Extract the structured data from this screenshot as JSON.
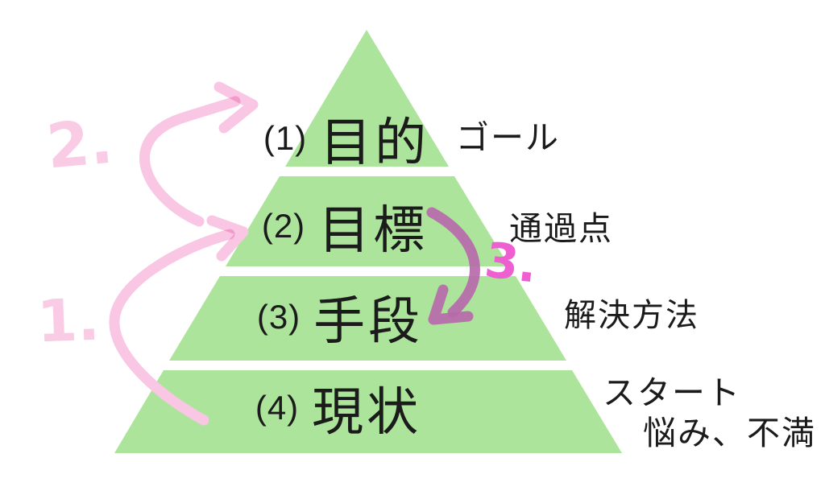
{
  "diagram_title": "goal-pyramid",
  "levels": [
    {
      "number": "(1)",
      "title": "目的",
      "side_label": "ゴール"
    },
    {
      "number": "(2)",
      "title": "目標",
      "side_label": "通過点"
    },
    {
      "number": "(3)",
      "title": "手段",
      "side_label": "解決方法"
    },
    {
      "number": "(4)",
      "title": "現状",
      "side_label": "スタート",
      "side_label_2": "悩み、不満"
    }
  ],
  "annotations": {
    "step_1": "1.",
    "step_2": "2.",
    "step_3": "3."
  },
  "colors": {
    "background": "#ffffff",
    "pyramid_green": "#abe49a",
    "text_black": "#1b1b1b",
    "arrow_light_pink": "#f9c6e3",
    "arrow_mauve": "#b76aab",
    "step_label_light_pink": "#f9cbe5",
    "step_label_magenta": "#ee5fd2"
  }
}
